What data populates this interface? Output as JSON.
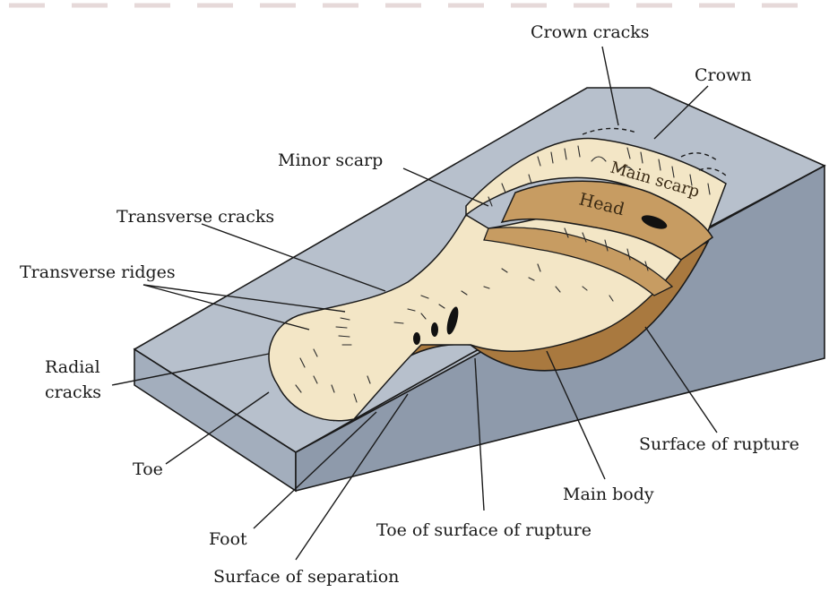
{
  "diagram": {
    "labels": {
      "crown_cracks": "Crown cracks",
      "crown": "Crown",
      "minor_scarp": "Minor scarp",
      "main_scarp": "Main scarp",
      "head": "Head",
      "transverse_cracks": "Transverse cracks",
      "transverse_ridges": "Transverse ridges",
      "radial_cracks_line1": "Radial",
      "radial_cracks_line2": "cracks",
      "toe": "Toe",
      "foot": "Foot",
      "surface_of_separation": "Surface of separation",
      "toe_of_surface_of_rupture": "Toe of surface of rupture",
      "main_body": "Main body",
      "surface_of_rupture": "Surface of rupture"
    },
    "colors": {
      "slope_top": "#b7c0cc",
      "slope_side": "#8e9aab",
      "slope_front": "#a3aebd",
      "landslide_body": "#f3e6c6",
      "head_block": "#c79c62",
      "rupture_surface": "#a9793f",
      "outline": "#1a1a1a"
    }
  }
}
